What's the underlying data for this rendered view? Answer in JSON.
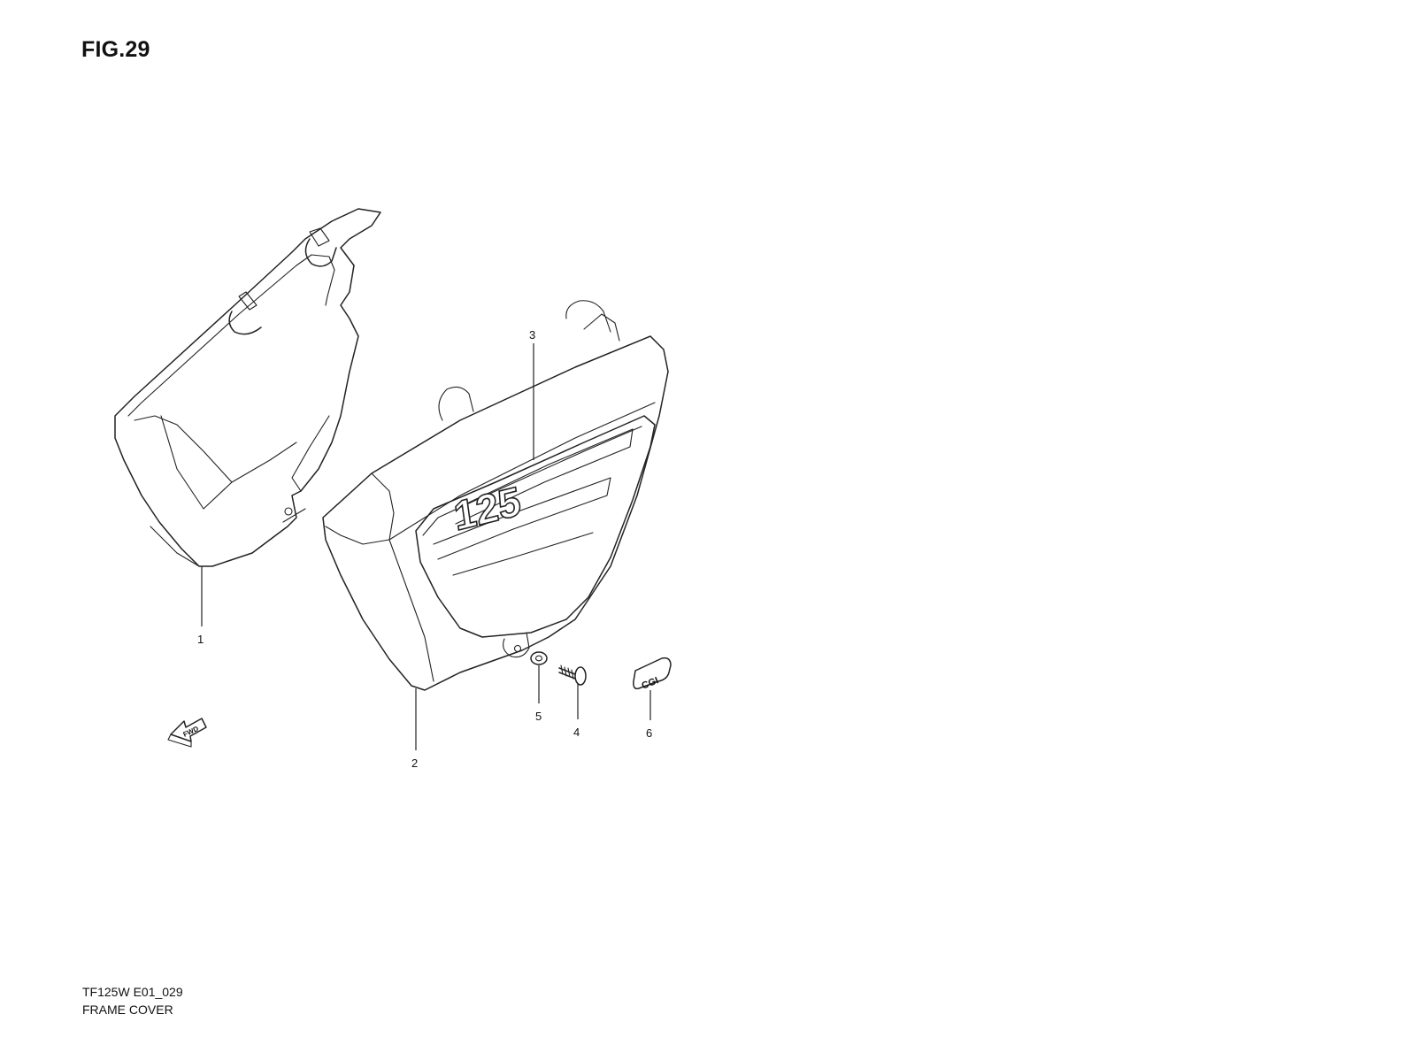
{
  "figure": {
    "title": "FIG.29",
    "model_code": "TF125W E01_029",
    "name": "FRAME COVER"
  },
  "callouts": [
    {
      "id": "1",
      "label": "1"
    },
    {
      "id": "2",
      "label": "2"
    },
    {
      "id": "3",
      "label": "3"
    },
    {
      "id": "4",
      "label": "4"
    },
    {
      "id": "5",
      "label": "5"
    },
    {
      "id": "6",
      "label": "6"
    }
  ],
  "markings": {
    "fwd_arrow": "FWD",
    "emblem_125": "125",
    "badge": "CGI"
  },
  "icons": [
    "fwd-arrow-icon"
  ]
}
